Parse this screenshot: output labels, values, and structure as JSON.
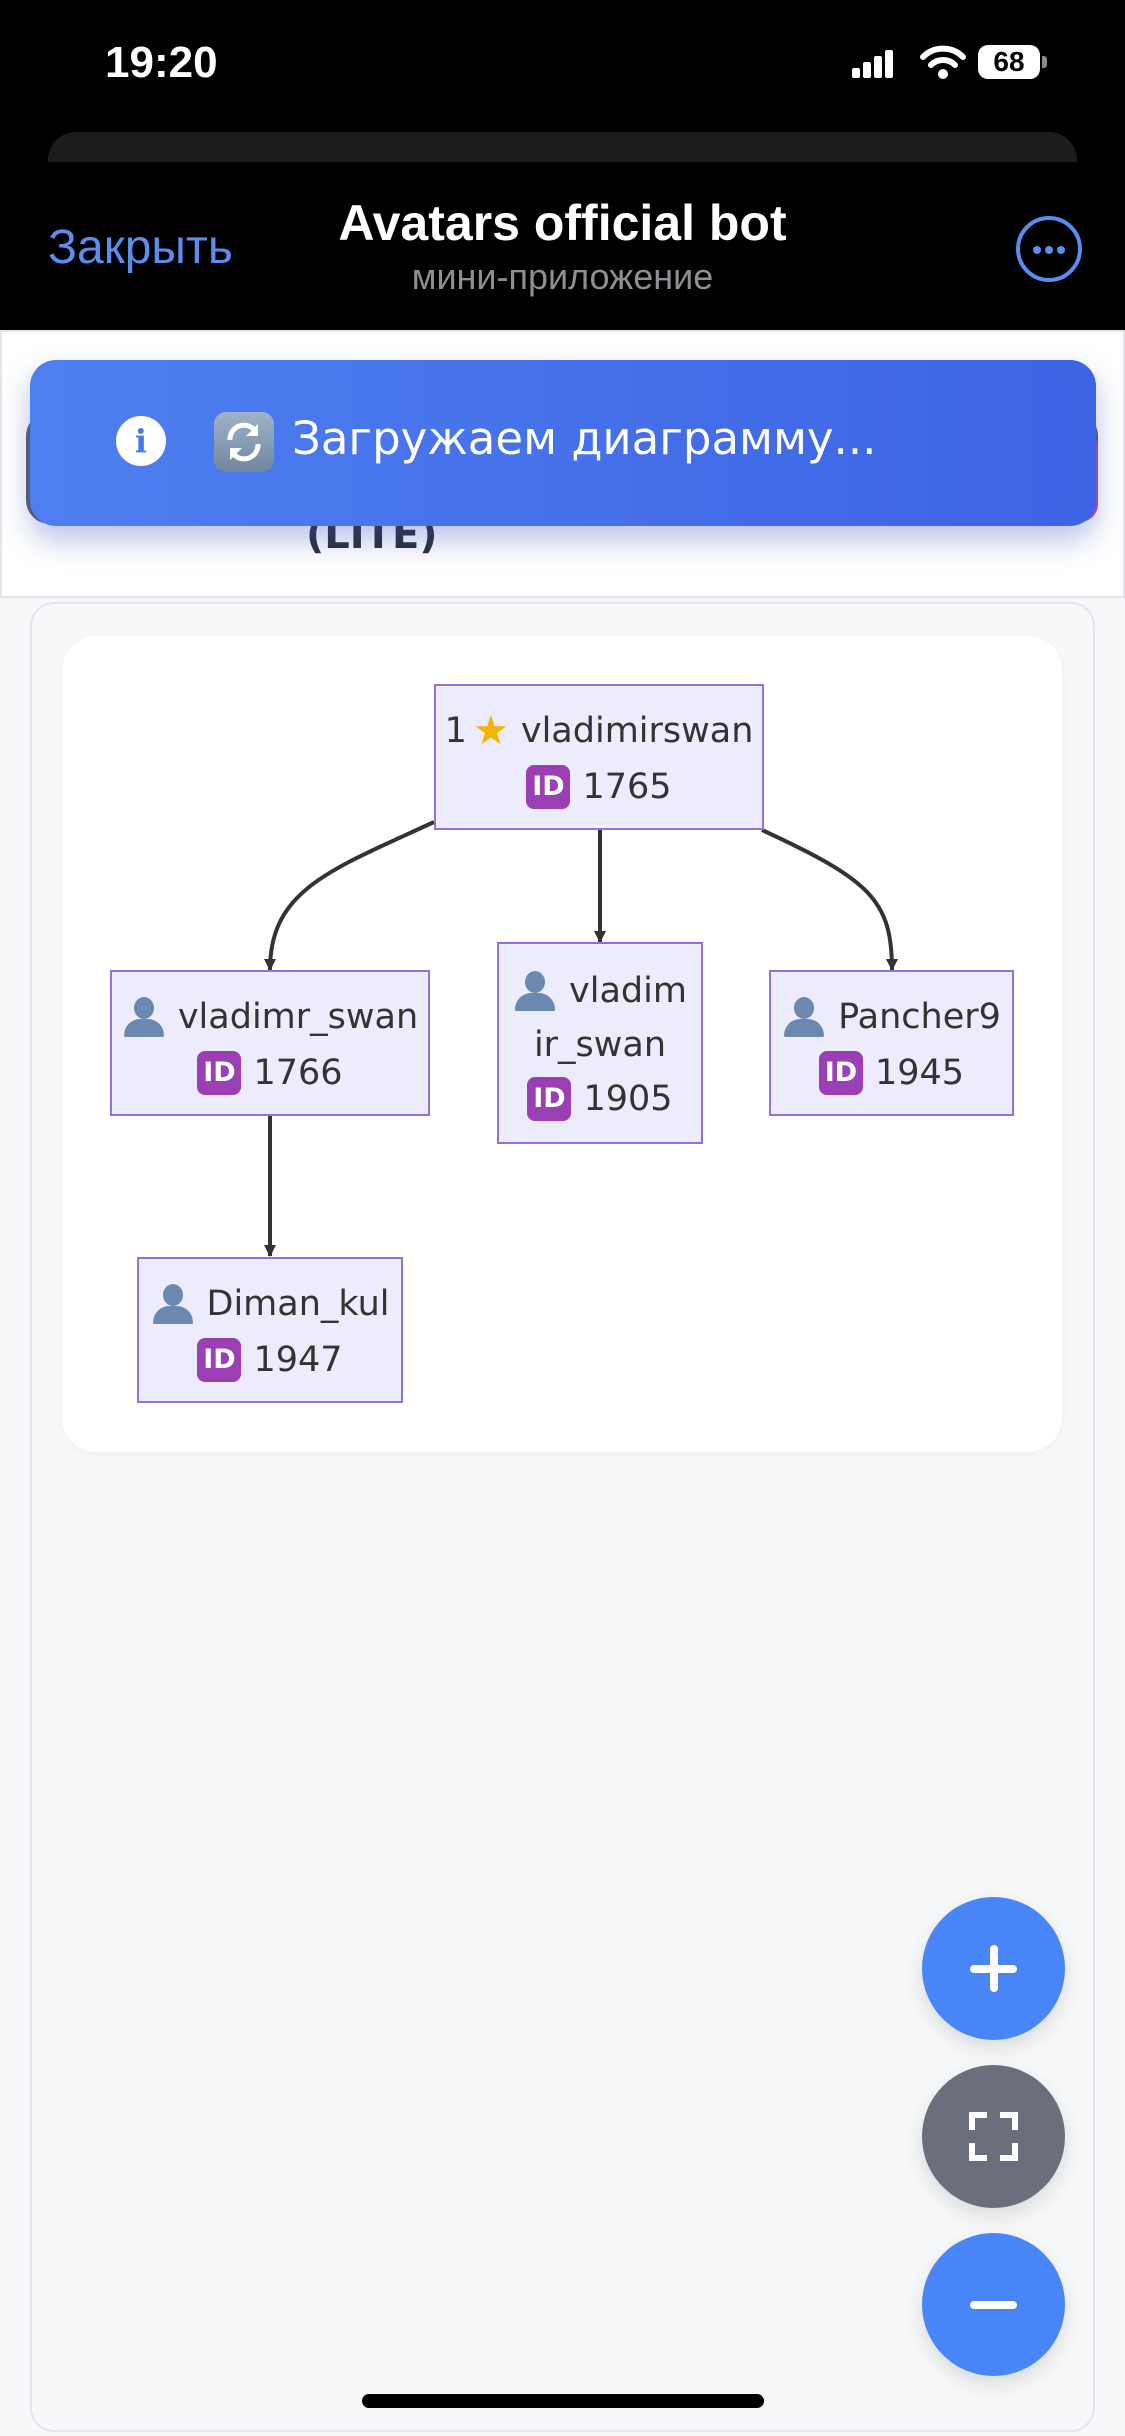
{
  "status_bar": {
    "time": "19:20",
    "battery": "68"
  },
  "header": {
    "close_label": "Закрыть",
    "title": "Avatars official bot",
    "subtitle": "мини-приложение",
    "more_icon": "ellipsis-circle-icon",
    "link_color": "#5b8def"
  },
  "page": {
    "title_visible_part": "(LITE)"
  },
  "toast": {
    "info_icon": "info-icon",
    "refresh_icon": "refresh-icon",
    "text": "Загружаем диаграмму..."
  },
  "diagram": {
    "node_fill": "#ececfd",
    "node_border": "#9370db",
    "nodes": [
      {
        "key": "root",
        "rank": "1",
        "name": "vladimirswan",
        "id": "1765",
        "icon": "star-icon"
      },
      {
        "key": "n1",
        "name": "vladimr_swan",
        "id": "1766",
        "icon": "user-icon"
      },
      {
        "key": "n2",
        "name_line1": "vladim",
        "name_line2": "ir_swan",
        "id": "1905",
        "icon": "user-icon"
      },
      {
        "key": "n3",
        "name": "Pancher9",
        "id": "1945",
        "icon": "user-icon"
      },
      {
        "key": "n4",
        "name": "Diman_kul",
        "id": "1947",
        "icon": "user-icon"
      }
    ],
    "edges": [
      {
        "from": "root",
        "to": "n1"
      },
      {
        "from": "root",
        "to": "n2"
      },
      {
        "from": "root",
        "to": "n3"
      },
      {
        "from": "n1",
        "to": "n4"
      }
    ]
  },
  "controls": {
    "zoom_in_icon": "plus-icon",
    "fit_icon": "fullscreen-icon",
    "zoom_out_icon": "minus-icon",
    "primary_color": "#4885f7",
    "secondary_color": "#6b6f7c"
  }
}
